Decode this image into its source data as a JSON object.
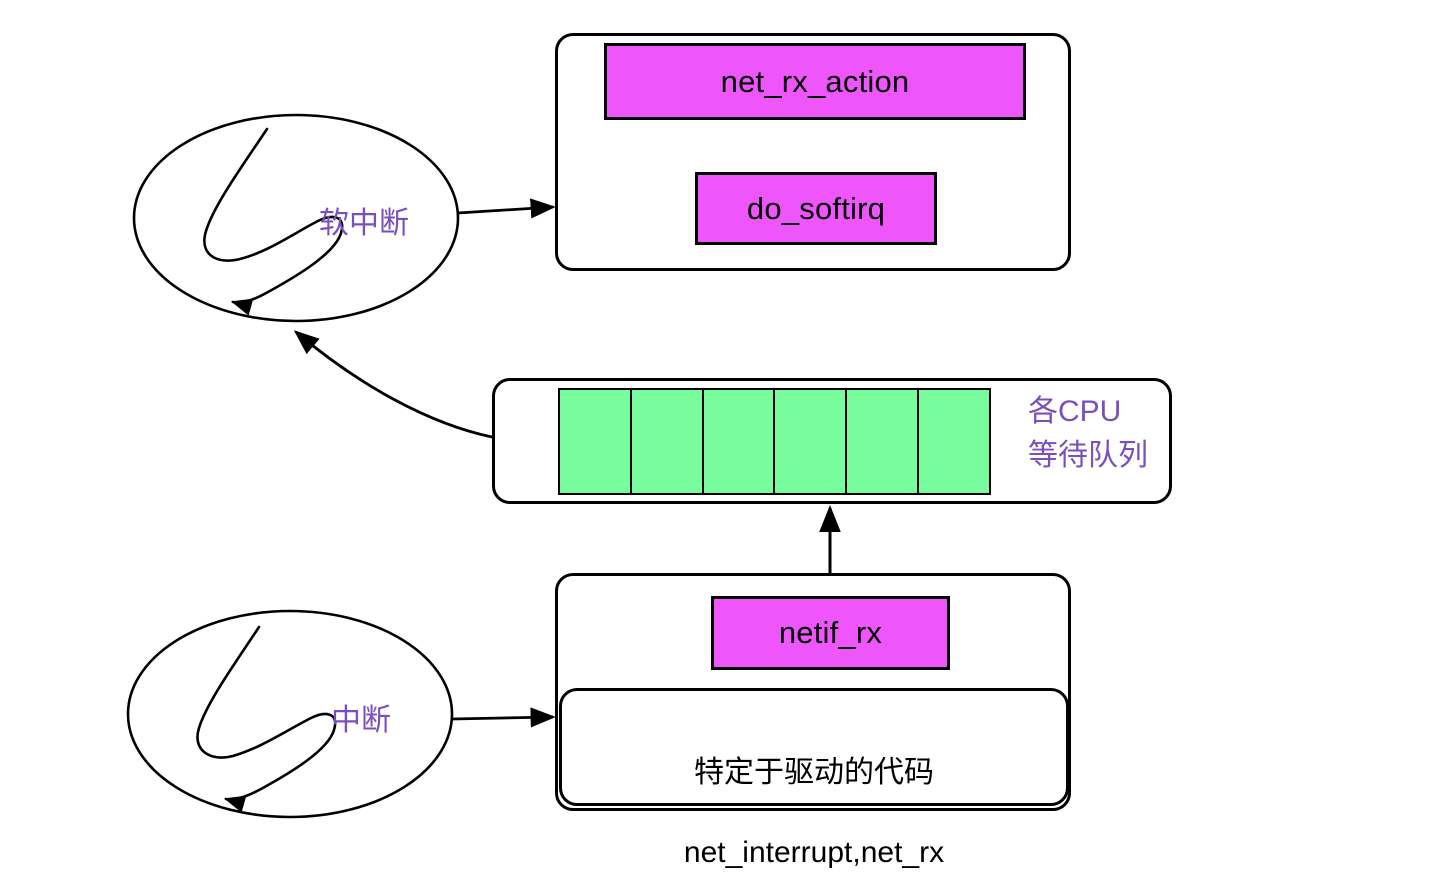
{
  "diagram": {
    "title": "Linux network receive path: interrupt and softirq flow",
    "colors": {
      "function_box_fill": "#ee55fb",
      "queue_cell_fill": "#78fd9d",
      "label_purple": "#7b4ec0",
      "stroke": "#000000",
      "background": "#ffffff"
    }
  },
  "softirq_context": {
    "ellipse_label": "软中断",
    "net_rx_action_label": "net_rx_action",
    "do_softirq_label": "do_softirq"
  },
  "queue": {
    "label_line1": "各CPU",
    "label_line2": "等待队列",
    "cell_count": 6,
    "cells": [
      "",
      "",
      "",
      "",
      "",
      ""
    ]
  },
  "interrupt_context": {
    "ellipse_label": "中断",
    "netif_rx_label": "netif_rx",
    "driver_code_line1": "特定于驱动的代码",
    "driver_code_line2": "net_interrupt,net_rx"
  },
  "arrows": [
    {
      "name": "softirq-ellipse-to-box",
      "from": "软中断",
      "to": "net_rx_action container"
    },
    {
      "name": "do-softirq-to-net-rx-action",
      "from": "do_softirq",
      "to": "net_rx_action"
    },
    {
      "name": "queue-to-softirq-ellipse",
      "from": "各CPU等待队列",
      "to": "软中断"
    },
    {
      "name": "netif-rx-to-queue",
      "from": "netif_rx",
      "to": "各CPU等待队列"
    },
    {
      "name": "interrupt-ellipse-to-box",
      "from": "中断",
      "to": "netif_rx container"
    }
  ]
}
